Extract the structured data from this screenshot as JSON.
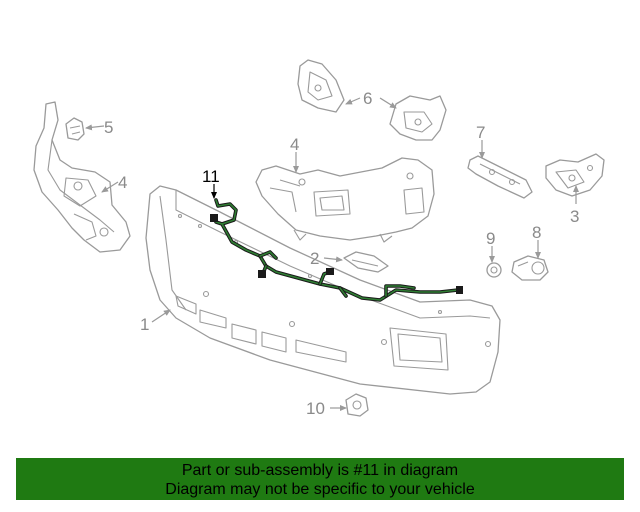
{
  "callouts": {
    "c1": "1",
    "c2": "2",
    "c3": "3",
    "c4a": "4",
    "c4b": "4",
    "c5": "5",
    "c6": "6",
    "c7": "7",
    "c8": "8",
    "c9": "9",
    "c10": "10",
    "c11": "11"
  },
  "banner": {
    "line1": "Part or sub-assembly is #11 in diagram",
    "line2": "Diagram may not be specific to your vehicle"
  },
  "colors": {
    "banner_bg": "#1f7a12",
    "harness": "#2e7d32",
    "line_art": "#9a9a9a"
  }
}
